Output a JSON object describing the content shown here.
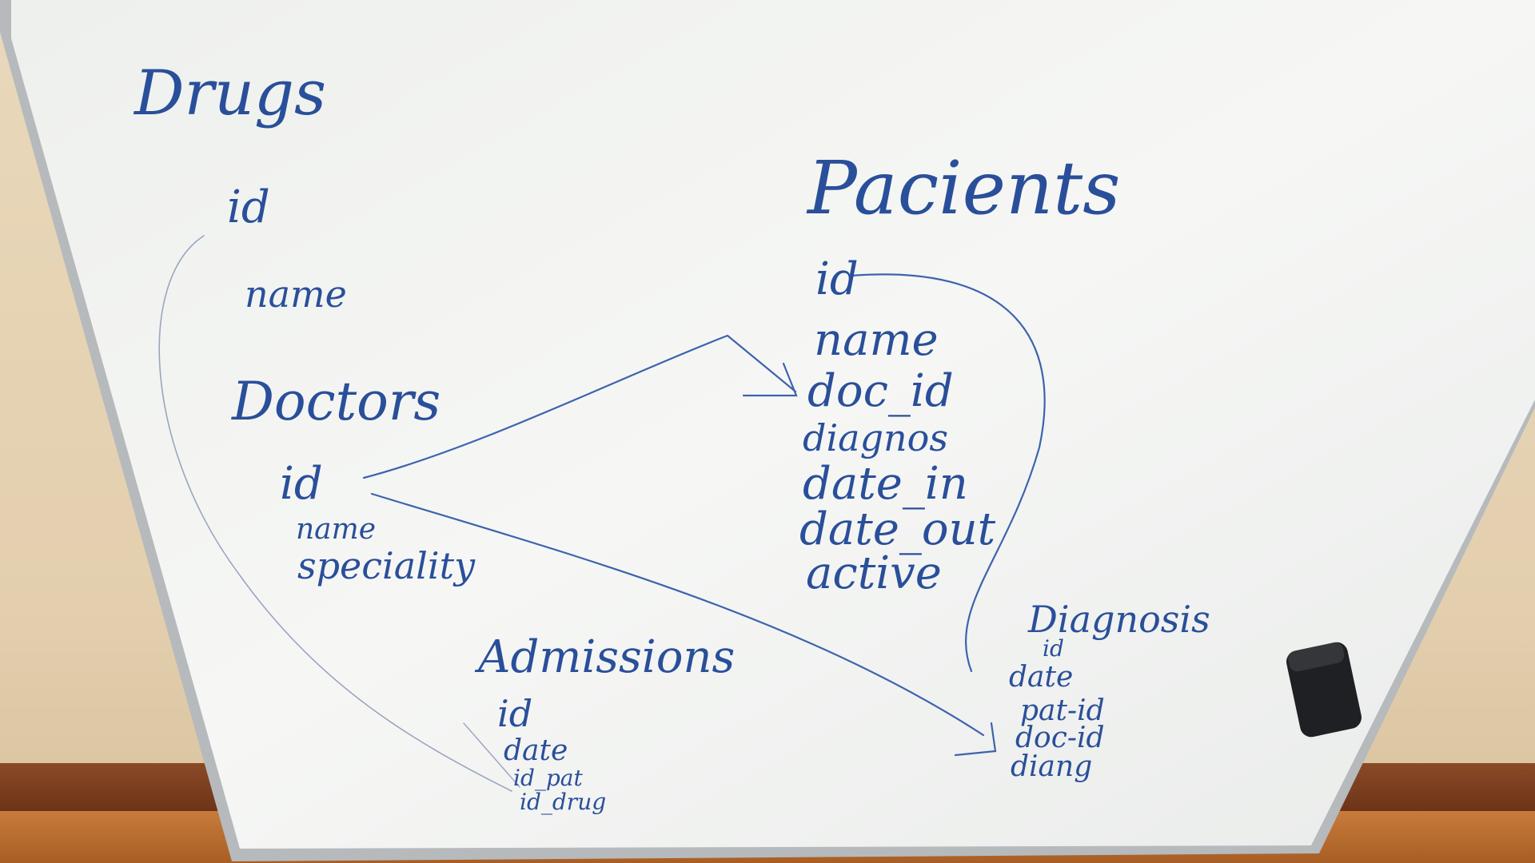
{
  "board": {
    "tables": {
      "drugs": {
        "title": "Drugs",
        "fields": [
          "id",
          "name"
        ]
      },
      "doctors": {
        "title": "Doctors",
        "fields": [
          "id",
          "name",
          "speciality"
        ]
      },
      "pacients": {
        "title": "Pacients",
        "fields": [
          "id",
          "name",
          "doc_id",
          "diagnos",
          "date_in",
          "date_out",
          "active"
        ]
      },
      "admissions": {
        "title": "Admissions",
        "fields": [
          "id",
          "date",
          "id_pat",
          "id_drug"
        ]
      },
      "diagnosis": {
        "title": "Diagnosis",
        "fields": [
          "id",
          "date",
          "pat-id",
          "doc-id",
          "diang"
        ]
      }
    }
  },
  "colors": {
    "marker": "#2a4f9a",
    "board": "#f4f5f3",
    "frame": "#b8bcc0"
  }
}
